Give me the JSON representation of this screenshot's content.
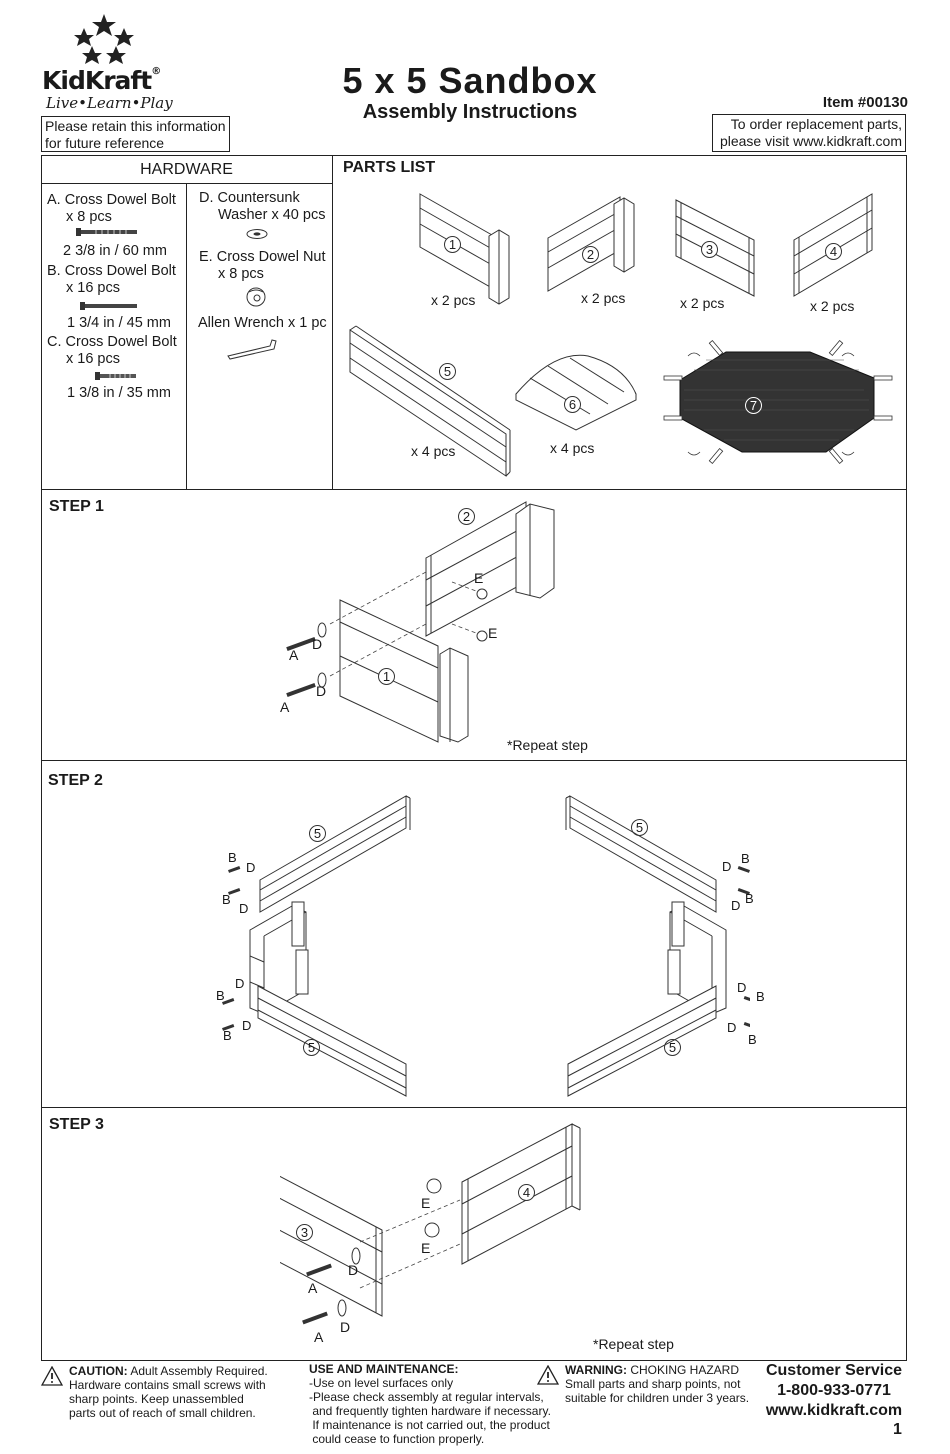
{
  "brand": {
    "name": "KidKraft",
    "reg": "®",
    "tagline": "Live•Learn•Play"
  },
  "retain_note": [
    "Please retain this information",
    "for future reference"
  ],
  "title": "5 x 5 Sandbox",
  "subtitle": "Assembly Instructions",
  "item_number": "Item #00130",
  "replacement_note": [
    "To order replacement parts,",
    "please visit www.kidkraft.com"
  ],
  "hardware": {
    "heading": "HARDWARE",
    "a": {
      "name": "A. Cross Dowel Bolt",
      "qty": "x 8 pcs",
      "size": "2 3/8 in / 60 mm"
    },
    "b": {
      "name": "B. Cross Dowel Bolt",
      "qty": "x 16 pcs",
      "size": "1 3/4 in / 45 mm"
    },
    "c": {
      "name": "C. Cross Dowel Bolt",
      "qty": "x 16 pcs",
      "size": "1 3/8 in / 35 mm"
    },
    "d": {
      "name1": "D. Countersunk",
      "name2": "Washer x 40 pcs"
    },
    "e": {
      "name1": "E. Cross Dowel Nut",
      "qty": "x 8 pcs"
    },
    "wrench": "Allen Wrench x 1 pc"
  },
  "parts_list": {
    "heading": "PARTS LIST",
    "parts": [
      {
        "num": "1",
        "qty": "x 2 pcs"
      },
      {
        "num": "2",
        "qty": "x 2 pcs"
      },
      {
        "num": "3",
        "qty": "x 2 pcs"
      },
      {
        "num": "4",
        "qty": "x 2 pcs"
      },
      {
        "num": "5",
        "qty": "x 4 pcs"
      },
      {
        "num": "6",
        "qty": "x 4 pcs"
      },
      {
        "num": "7",
        "qty": ""
      }
    ]
  },
  "steps": [
    {
      "label": "STEP 1",
      "note": "*Repeat step"
    },
    {
      "label": "STEP 2",
      "note": ""
    },
    {
      "label": "STEP 3",
      "note": "*Repeat step"
    }
  ],
  "callouts": {
    "a": "A",
    "b": "B",
    "d": "D",
    "e": "E",
    "p1": "1",
    "p2": "2",
    "p3": "3",
    "p4": "4",
    "p5": "5"
  },
  "footer": {
    "caution_title": "CAUTION:",
    "caution_text1": " Adult Assembly Required.",
    "caution_lines": [
      "Hardware contains small screws with",
      "sharp points. Keep unassembled",
      "parts out of reach of small children."
    ],
    "use_title": "USE AND MAINTENANCE:",
    "use_lines": [
      "-Use on level surfaces only",
      "-Please check assembly at regular intervals,",
      " and frequently tighten hardware if necessary.",
      " If maintenance is not carried out, the product",
      " could cease to function properly."
    ],
    "warning_title": "WARNING:",
    "warning_text1": " CHOKING HAZARD",
    "warning_lines": [
      "Small parts and sharp points, not",
      "suitable for children under 3 years."
    ],
    "cs_title": "Customer Service",
    "cs_phone": "1-800-933-0771",
    "cs_web": "www.kidkraft.com",
    "page": "1"
  }
}
